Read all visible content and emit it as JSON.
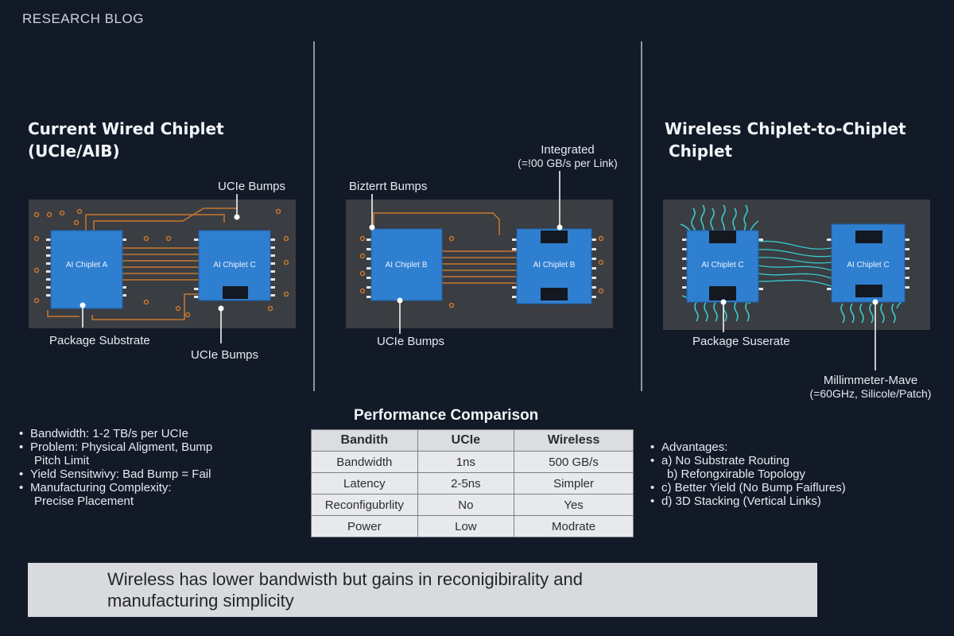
{
  "blog_label": "RESEARCH BLOG",
  "wired": {
    "heading_line1": "Current Wired Chiplet",
    "heading_line2": "(UCIe/AIB)",
    "callout_bumps_top": "UCIe Bumps",
    "callout_substrate": "Package Substrate",
    "callout_bumps_bottom": "UCIe Bumps",
    "chip_a_label": "AI Chiplet A",
    "chip_c_label": "AI Chiplet C"
  },
  "middle": {
    "callout_bumps_top": "Bizterrt Bumps",
    "callout_integrated_line1": "Integrated",
    "callout_integrated_line2": "(=!00 GB/s per Link)",
    "callout_bumps_bottom": "UCIe Bumps",
    "chip_b1_label": "AI Chiplet B",
    "chip_b2_label": "AI Chiplet B"
  },
  "wireless": {
    "heading_line1": "Wireless Chiplet-to-Chiplet",
    "heading_line2": "Chiplet",
    "callout_substrate": "Package Suserate",
    "callout_mmwave_line1": "Millimmeter-Mave",
    "callout_mmwave_line2": "(=60GHz, Silicole/Patch)",
    "chip_c1_label": "AI Chiplet C",
    "chip_c2_label": "AI Chiplet C"
  },
  "left_bullets": [
    {
      "text": "Bandwidth: 1-2 TB/s per UCIe",
      "cont": ""
    },
    {
      "text": "Problem: Physical Aligment, Bump",
      "cont": "Pitch Limit"
    },
    {
      "text": "Yield Sensitwivy: Bad Bump = Fail",
      "cont": ""
    },
    {
      "text": "Manufacturing Complexity:",
      "cont": "Precise Placement"
    }
  ],
  "performance": {
    "title": "Performance Comparison",
    "headers": [
      "Bandith",
      "UCIe",
      "Wireless"
    ],
    "rows": [
      [
        "Bandwidth",
        "1ns",
        "500 GB/s"
      ],
      [
        "Latency",
        "2-5ns",
        "Simpler"
      ],
      [
        "Reconfigubrlity",
        "No",
        "Yes"
      ],
      [
        "Power",
        "Low",
        "Modrate"
      ]
    ]
  },
  "advantages": {
    "title": "Advantages:",
    "items": [
      "a) No Substrate Routing",
      "b) Refongxirable Topology",
      "c) Better Yield (No Bump Faiflures)",
      "d) 3D Stacking (Vertical Links)"
    ]
  },
  "banner": {
    "line1": "Wireless has lower bandwisth but gains in reconigibirality and",
    "line2": "manufacturing simplicity"
  },
  "colors": {
    "chip_blue": "#2f7fd0",
    "trace_orange": "#c8782e",
    "wireless_cyan": "#3cc7c9",
    "substrate_gray": "#3a3d42"
  }
}
